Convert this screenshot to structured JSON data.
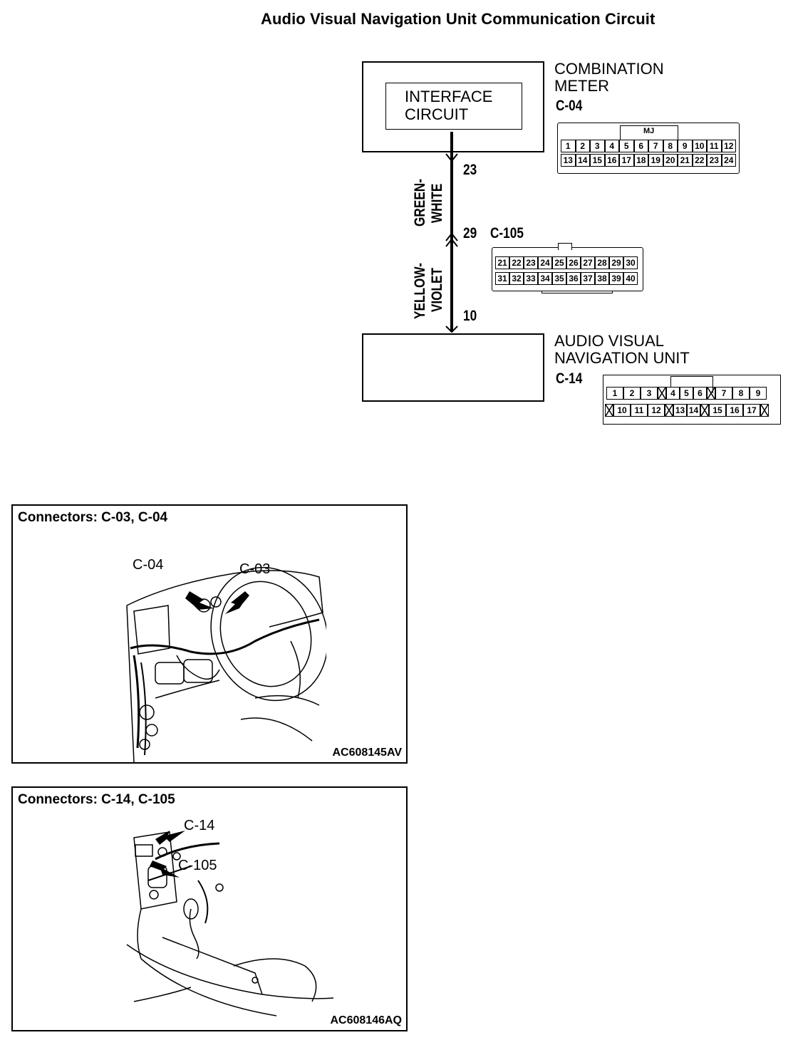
{
  "title": "Audio Visual Navigation Unit Communication Circuit",
  "combination_meter": {
    "name_line1": "COMBINATION",
    "name_line2": "METER",
    "connector": "C-04",
    "inner_box_line1": "INTERFACE",
    "inner_box_line2": "CIRCUIT",
    "connector_tag": "MJ",
    "pins_row1": [
      "1",
      "2",
      "3",
      "4",
      "5",
      "6",
      "7",
      "8",
      "9",
      "10",
      "11",
      "12"
    ],
    "pins_row2": [
      "13",
      "14",
      "15",
      "16",
      "17",
      "18",
      "19",
      "20",
      "21",
      "22",
      "23",
      "24"
    ]
  },
  "junction": {
    "connector": "C-105",
    "pins_row1": [
      "21",
      "22",
      "23",
      "24",
      "25",
      "26",
      "27",
      "28",
      "29",
      "30"
    ],
    "pins_row2": [
      "31",
      "32",
      "33",
      "34",
      "35",
      "36",
      "37",
      "38",
      "39",
      "40"
    ]
  },
  "av_unit": {
    "name_line1": "AUDIO VISUAL",
    "name_line2": "NAVIGATION UNIT",
    "connector": "C-14",
    "pins_row1": [
      "1",
      "2",
      "3",
      "",
      "4",
      "5",
      "6",
      "",
      "7",
      "8",
      "9"
    ],
    "pins_row2": [
      "",
      "10",
      "11",
      "12",
      "",
      "13",
      "14",
      "",
      "15",
      "16",
      "17",
      ""
    ]
  },
  "wire": {
    "pin_meter": "23",
    "pin_junction": "29",
    "pin_unit": "10",
    "color_upper_line1": "GREEN-",
    "color_upper_line2": "WHITE",
    "color_lower_line1": "YELLOW-",
    "color_lower_line2": "VIOLET"
  },
  "panel1": {
    "title": "Connectors: C-03, C-04",
    "callout_a": "C-04",
    "callout_b": "C-03",
    "code": "AC608145AV"
  },
  "panel2": {
    "title": "Connectors: C-14, C-105",
    "callout_a": "C-14",
    "callout_b": "C-105",
    "code": "AC608146AQ"
  }
}
